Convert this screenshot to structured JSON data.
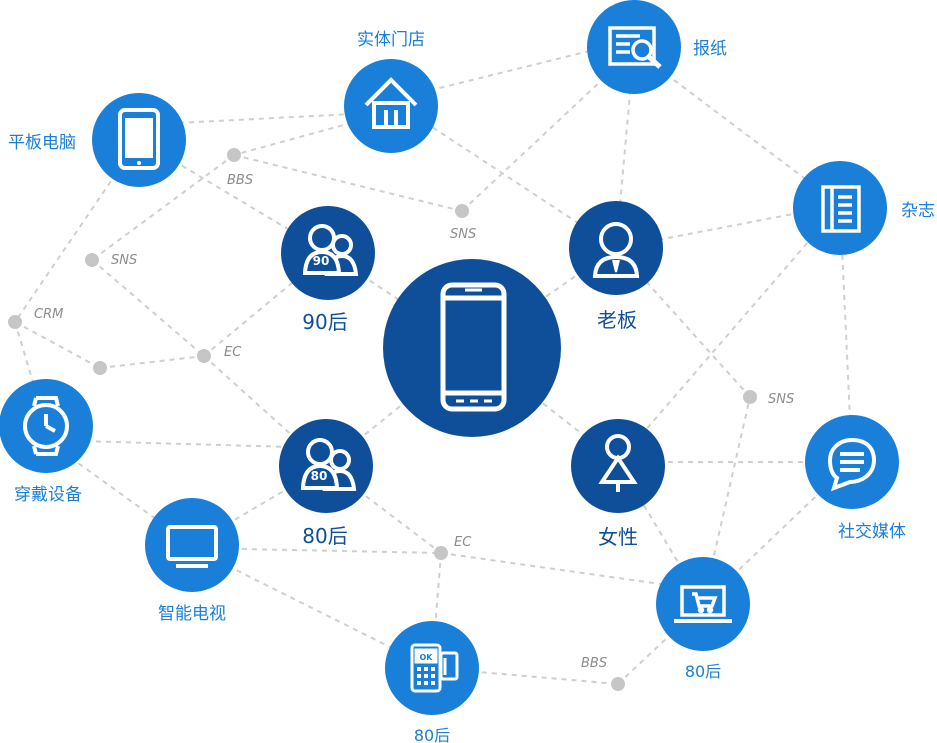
{
  "colors": {
    "light_blue": "#1a7fd8",
    "dark_blue": "#0f4f99",
    "hub_gray": "#bdbdbd",
    "line_gray": "#cfcfcf"
  },
  "nodes": {
    "tablet": {
      "label": "平板电脑",
      "icon": "tablet-icon"
    },
    "store": {
      "label": "实体门店",
      "icon": "store-icon"
    },
    "newspaper": {
      "label": "报纸",
      "icon": "newspaper-search-icon"
    },
    "magazine": {
      "label": "杂志",
      "icon": "magazine-icon"
    },
    "post90": {
      "label": "90后",
      "icon": "group-90-icon"
    },
    "boss": {
      "label": "老板",
      "icon": "boss-person-icon"
    },
    "phone": {
      "label": "",
      "icon": "smartphone-icon"
    },
    "wearable": {
      "label": "穿戴设备",
      "icon": "watch-icon"
    },
    "post80": {
      "label": "80后",
      "icon": "group-80-icon"
    },
    "female": {
      "label": "女性",
      "icon": "female-icon"
    },
    "social": {
      "label": "社交媒体",
      "icon": "chat-icon"
    },
    "tv": {
      "label": "智能电视",
      "icon": "tv-icon"
    },
    "laptop": {
      "label": "80后",
      "icon": "laptop-cart-icon"
    },
    "pos": {
      "label": "80后",
      "icon": "pos-terminal-icon"
    }
  },
  "hubs": {
    "bbs_top": "BBS",
    "sns_top": "SNS",
    "sns_left": "SNS",
    "crm": "CRM",
    "ec_left": "EC",
    "sns_right": "SNS",
    "ec_bottom": "EC",
    "bbs_bottom": "BBS"
  },
  "icon_text": {
    "group90": "90",
    "group80": "80",
    "pos_ok": "OK"
  }
}
